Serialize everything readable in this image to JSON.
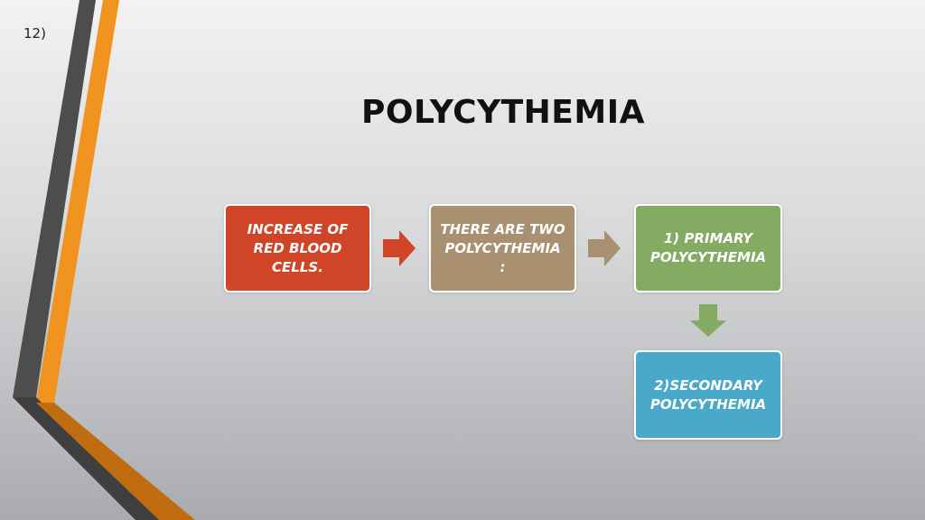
{
  "slide": {
    "number": "12)",
    "title": "POLYCYTHEMIA"
  },
  "diagram": {
    "boxes": [
      {
        "id": "red-cells",
        "label": "INCREASE OF\nRED BLOOD\nCELLS.",
        "color": "#d04527"
      },
      {
        "id": "two-types",
        "label": "THERE ARE TWO\nPOLYCYTHEMIA :",
        "color": "#a89070"
      },
      {
        "id": "primary",
        "label": "1)  PRIMARY\nPOLYCYTHEMIA",
        "color": "#84ab62"
      },
      {
        "id": "secondary",
        "label": "2)SECONDARY\nPOLYCYTHEMIA",
        "color": "#4aa9c8"
      }
    ],
    "arrows": [
      {
        "from": "red-cells",
        "to": "two-types",
        "color": "#d04527",
        "direction": "right"
      },
      {
        "from": "two-types",
        "to": "primary",
        "color": "#a89070",
        "direction": "right"
      },
      {
        "from": "primary",
        "to": "secondary",
        "color": "#84ab62",
        "direction": "down"
      }
    ]
  },
  "decor_colors": {
    "dark_stripe": "#4d4d4d",
    "orange_stripe": "#f0941f",
    "dark_orange": "#bf6d10"
  }
}
